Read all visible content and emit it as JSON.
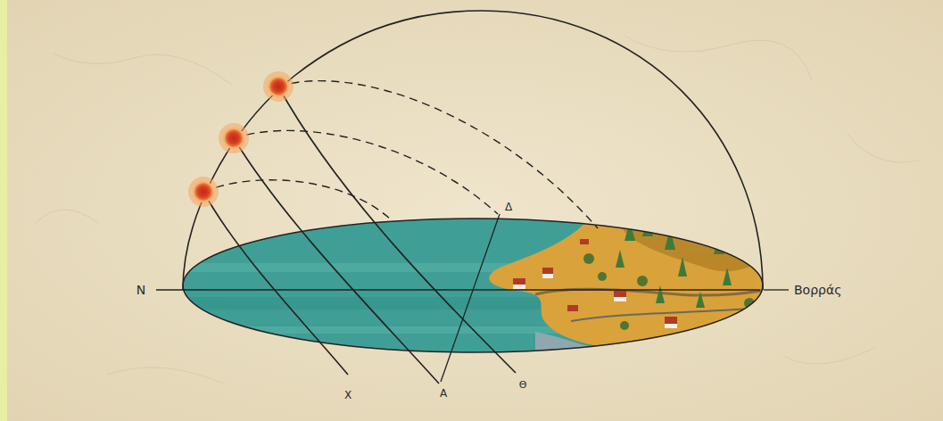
{
  "diagram": {
    "labels": [
      "Ν",
      "Βορράς",
      "Χ",
      "Α",
      "Θ",
      "Δ"
    ]
  }
}
